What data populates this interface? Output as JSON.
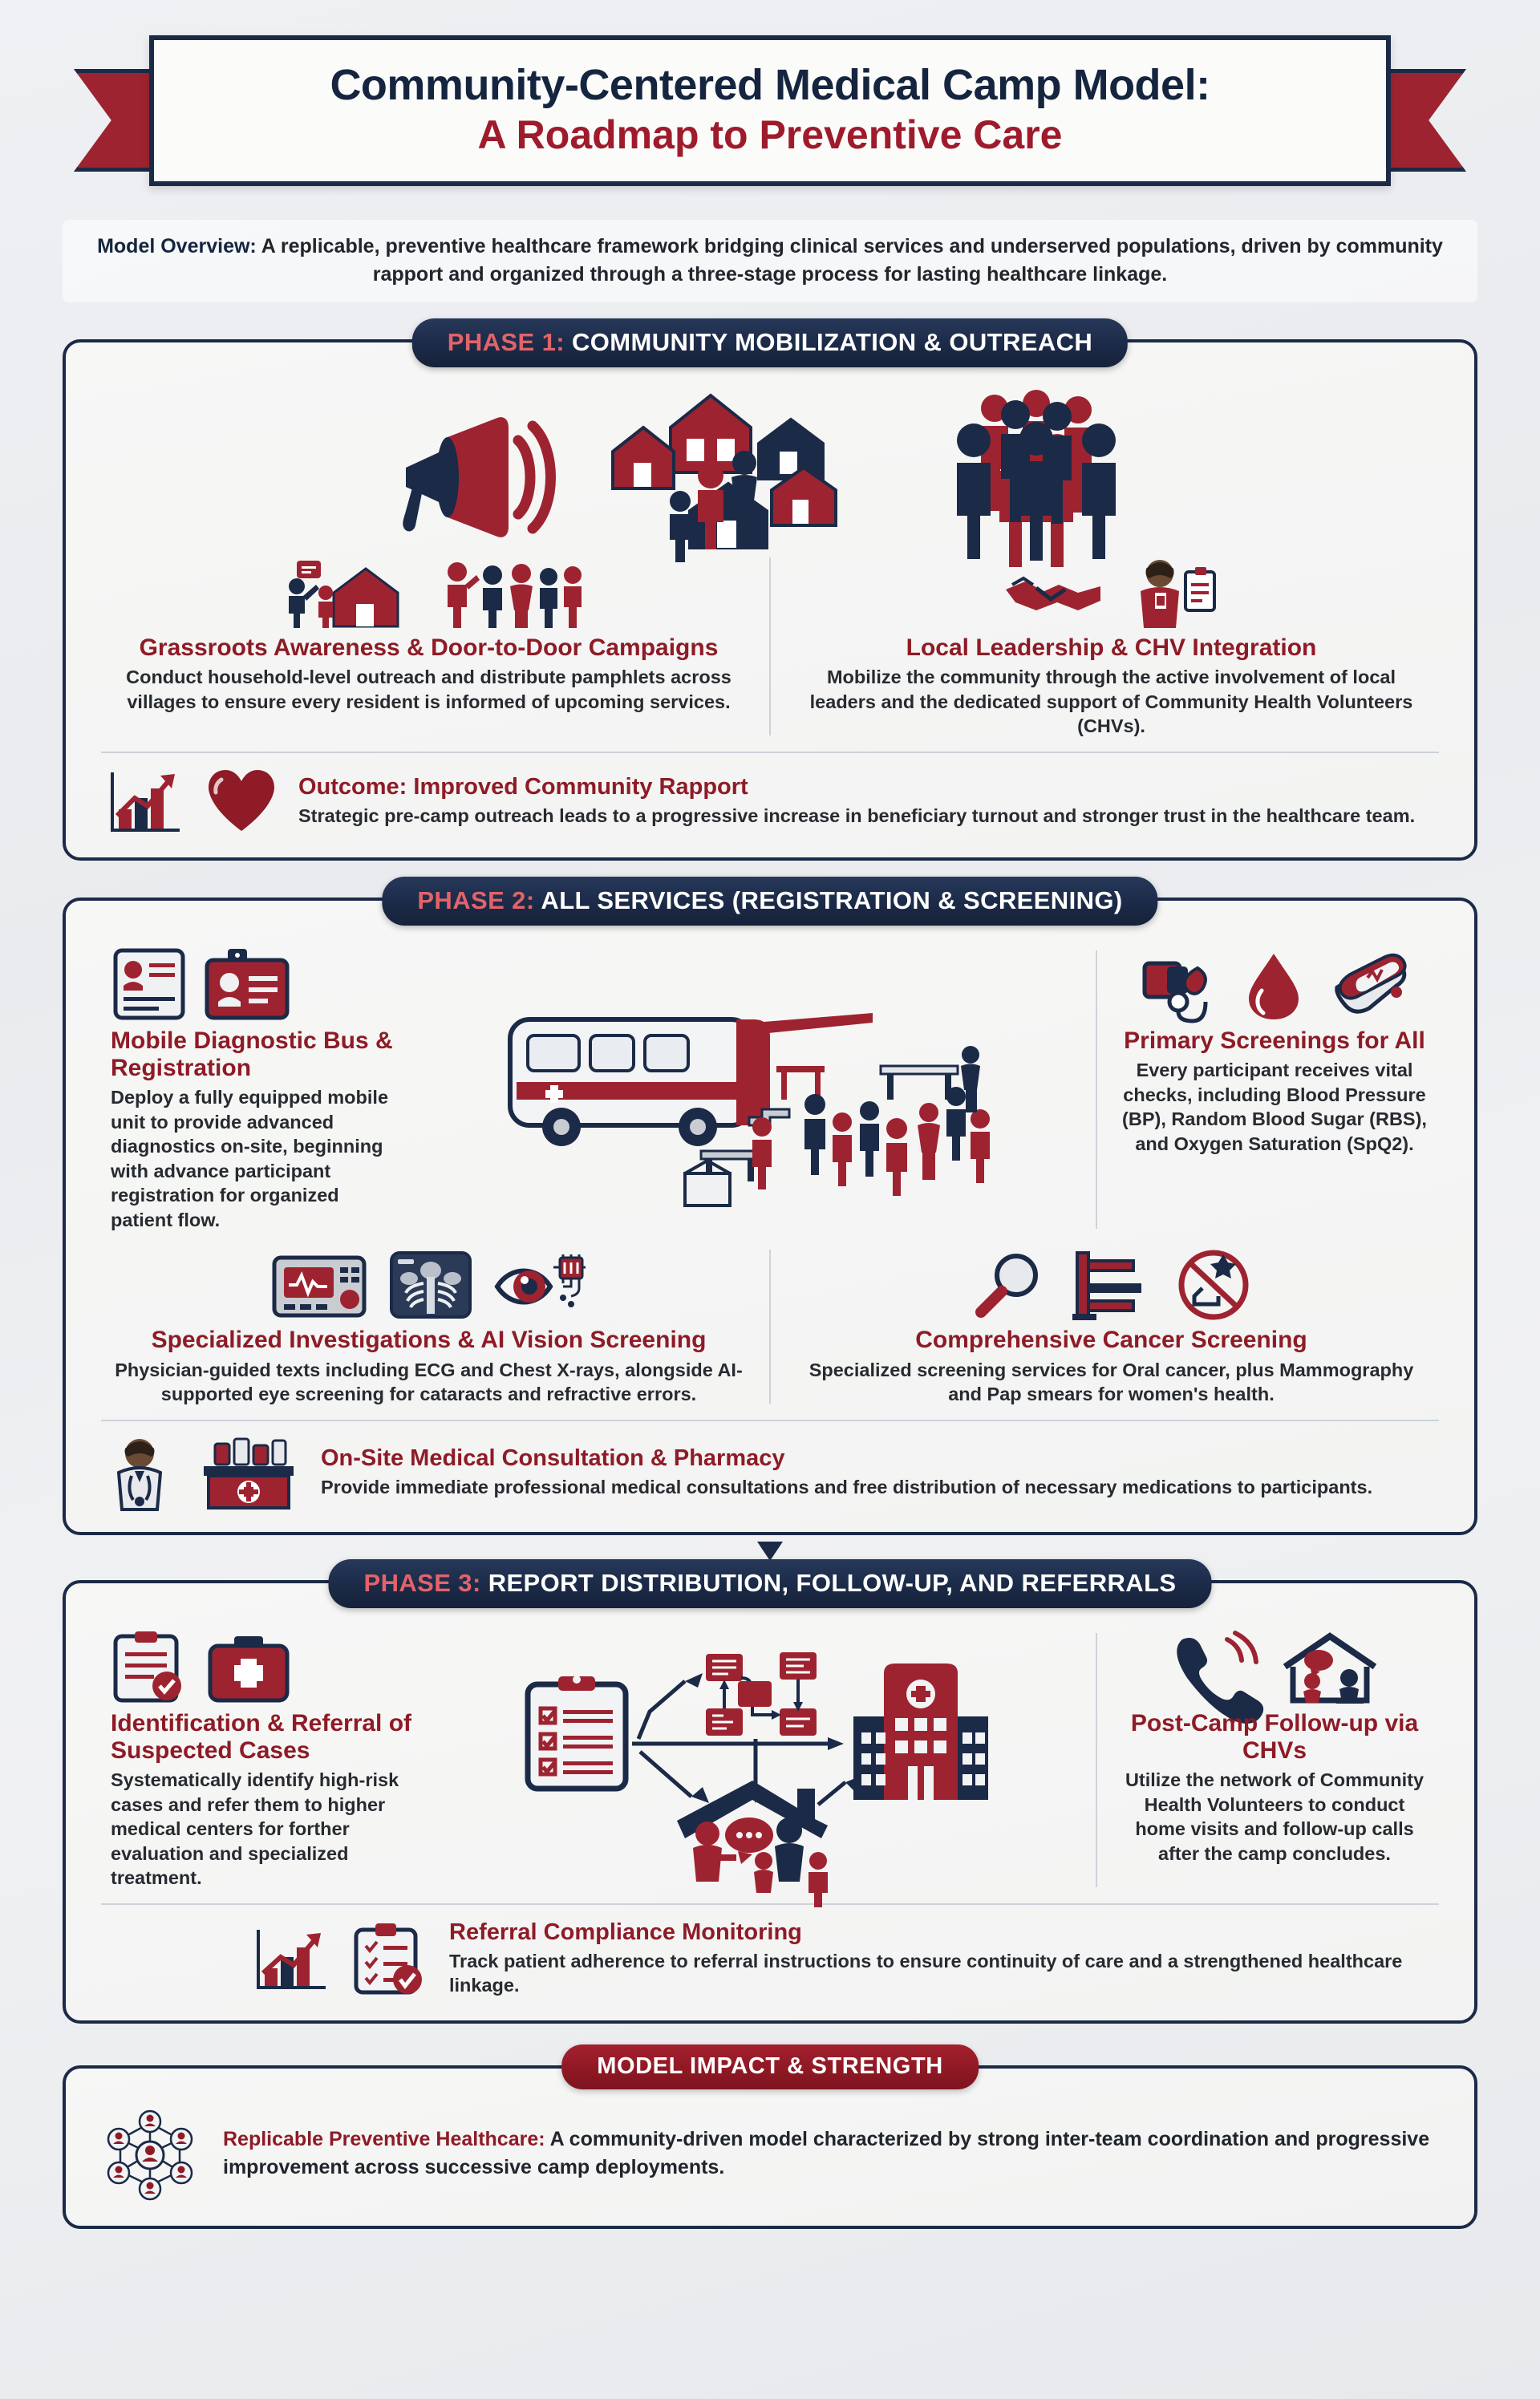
{
  "title": {
    "line1": "Community-Centered Medical Camp Model:",
    "line2": "A Roadmap to Preventive Care"
  },
  "overview": {
    "label": "Model Overview:",
    "text": " A replicable, preventive healthcare framework bridging clinical services and underserved populations, driven by community rapport and organized through a three-stage process for lasting healthcare linkage."
  },
  "phase1": {
    "num": "PHASE 1:",
    "title": " COMMUNITY MOBILIZATION & OUTREACH",
    "left": {
      "title": "Grassroots Awareness & Door-to-Door Campaigns",
      "desc": "Conduct household-level outreach and distribute pamphlets across villages to ensure every resident is informed of upcoming services."
    },
    "right": {
      "title": "Local Leadership & CHV Integration",
      "desc": "Mobilize the community through the active involvement of local leaders and the dedicated support of Community Health Volunteers (CHVs)."
    },
    "outcome": {
      "title": "Outcome: Improved Community Rapport",
      "desc": "Strategic pre-camp outreach leads to a progressive increase in beneficiary turnout and stronger trust in the healthcare team."
    }
  },
  "phase2": {
    "num": "PHASE 2:",
    "title": " ALL SERVICES (REGISTRATION & SCREENING)",
    "left": {
      "title": "Mobile Diagnostic Bus & Registration",
      "desc": "Deploy a fully equipped mobile unit to provide advanced diagnostics on-site, beginning with advance participant registration for organized patient flow."
    },
    "right": {
      "title": "Primary Screenings for All",
      "desc": "Every participant receives vital checks, including Blood Pressure (BP), Random Blood Sugar (RBS), and Oxygen Saturation (SpQ2)."
    },
    "left2": {
      "title": "Specialized Investigations & AI Vision Screening",
      "desc": "Physician-guided texts including ECG and Chest X-rays, alongside AI-supported eye screening for cataracts and refractive errors."
    },
    "right2": {
      "title": "Comprehensive Cancer Screening",
      "desc": "Specialized screening services for Oral cancer, plus Mammography and Pap smears for women's health."
    },
    "outcome": {
      "title": "On-Site Medical Consultation & Pharmacy",
      "desc": "Provide immediate professional medical consultations and free distribution of necessary medications to participants."
    }
  },
  "phase3": {
    "num": "PHASE 3:",
    "title": " REPORT DISTRIBUTION, FOLLOW-UP, AND REFERRALS",
    "left": {
      "title": "Identification & Referral of Suspected Cases",
      "desc": "Systematically identify high-risk cases and refer them to higher medical centers for forther evaluation and specialized treatment."
    },
    "right": {
      "title": "Post-Camp Follow-up via CHVs",
      "desc": "Utilize the network of Community Health Volunteers to conduct home visits and follow-up calls after the camp concludes."
    },
    "outcome": {
      "title": "Referral Compliance Monitoring",
      "desc": "Track patient adherence to referral instructions to ensure continuity of care and a strengthened healthcare linkage."
    }
  },
  "impact": {
    "header": "MODEL IMPACT & STRENGTH",
    "label": "Replicable Preventive Healthcare:",
    "text": " A community-driven model characterized by strong inter-team coordination and progressive improvement across successive camp deployments."
  },
  "colors": {
    "navy": "#1b2a47",
    "crimson": "#9e1b2c",
    "red_accent": "#b32430",
    "text": "#272b30",
    "panel_bg": "#f5f6f5",
    "phase_num": "#e2636a"
  }
}
